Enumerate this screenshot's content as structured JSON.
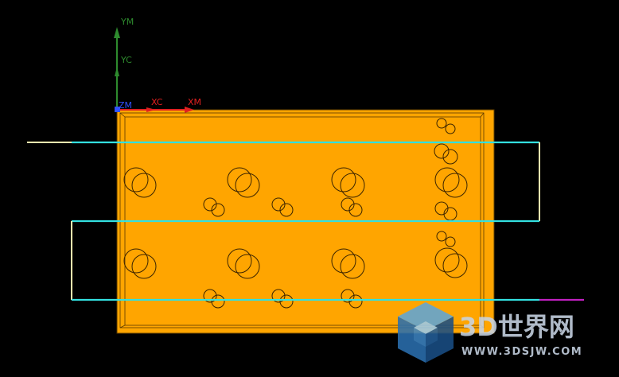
{
  "axes": {
    "ym_label": "YM",
    "yc_label": "YC",
    "xc_label": "XC",
    "xm_label": "XM",
    "origin_label": "ZM",
    "y_color": "#2E8B2E",
    "x_color": "#E02020",
    "z_color": "#3050FF"
  },
  "part": {
    "fill_color": "#FFA500",
    "outline_color": "#5A3A00"
  },
  "toolpath": {
    "cut_color": "#33E0E0",
    "link_color": "#FFF7B0",
    "exit_color": "#C020C0"
  },
  "watermark": {
    "title": "3D世界网",
    "url": "WWW.3DSJW.COM",
    "text_color": "#C8D4E4",
    "cube_top": "#5FA6D8",
    "cube_left": "#2B6FAF",
    "cube_right": "#1A4E85"
  }
}
